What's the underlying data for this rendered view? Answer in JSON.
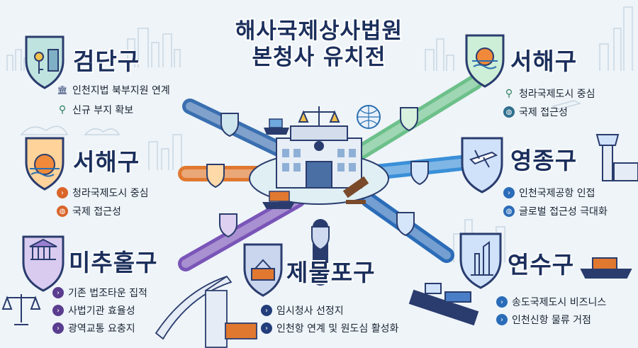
{
  "title": {
    "line1": "해사국제상사법원",
    "line2": "본청사 유치전"
  },
  "districts": [
    {
      "name": "검단구",
      "items": [
        "인천지법 북부지원 연계",
        "신규 부지 확보"
      ],
      "icons": [
        "courthouse-icon",
        "location-pin-icon"
      ],
      "color": "#2f8f8a"
    },
    {
      "name": "서해구",
      "items": [
        "청라국제도시 중심",
        "국제 접근성"
      ],
      "icons": [
        "chevron-right-icon",
        "globe-icon"
      ],
      "color": "#e0782f"
    },
    {
      "name": "미추홀구",
      "items": [
        "기존 법조타운 집적",
        "사법기관 효율성",
        "광역교통 요충지"
      ],
      "icons": [
        "chevron-right-icon",
        "chevron-right-icon",
        "chevron-right-icon"
      ],
      "color": "#6a4aa3"
    },
    {
      "name": "제물포구",
      "items": [
        "임시청사 선정지",
        "인천항 연계 및 원도심 활성화"
      ],
      "icons": [
        "chevron-right-icon",
        "chevron-right-icon"
      ],
      "color": "#2a3c6e"
    },
    {
      "name": "서해구",
      "items": [
        "청라국제도시 중심",
        "국제 접근성"
      ],
      "icons": [
        "location-pin-icon",
        "globe-icon"
      ],
      "color": "#6cc08a"
    },
    {
      "name": "영종구",
      "items": [
        "인천국제공항 인접",
        "글로벌 접근성 극대화"
      ],
      "icons": [
        "chevron-right-icon",
        "globe-icon"
      ],
      "color": "#2b73c9"
    },
    {
      "name": "연수구",
      "items": [
        "송도국제도시 비즈니스",
        "인천신항 물류 거점"
      ],
      "icons": [
        "chevron-right-icon",
        "chevron-right-icon"
      ],
      "color": "#2b6cb8"
    }
  ]
}
